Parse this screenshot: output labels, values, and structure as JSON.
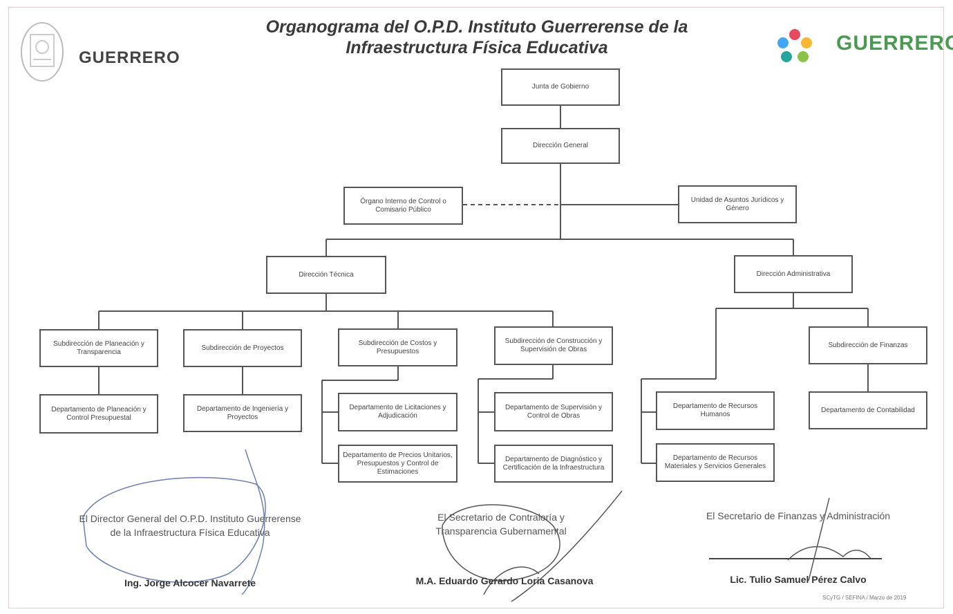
{
  "header": {
    "title_line1": "Organograma del O.P.D. Instituto Guerrerense de la",
    "title_line2": "Infraestructura Física Educativa",
    "left_logo_text": "GUERRERO",
    "right_logo_text": "GUERRERO"
  },
  "org": {
    "junta": "Junta de Gobierno",
    "direccion_general": "Dirección General",
    "organo_interno": "Órgano Interno de Control o Comisario Público",
    "unidad_juridicos": "Unidad de Asuntos Jurídicos y Género",
    "direccion_tecnica": "Dirección Técnica",
    "direccion_administrativa": "Dirección Administrativa",
    "sub_planeacion": "Subdirección de Planeación y Transparencia",
    "sub_proyectos": "Subdirección de Proyectos",
    "sub_costos": "Subdirección de Costos y Presupuestos",
    "sub_construccion": "Subdirección de Construcción y Supervisión de Obras",
    "sub_finanzas": "Subdirección de Finanzas",
    "dep_planeacion": "Departamento de Planeación y Control Presupuestal",
    "dep_ingenieria": "Departamento de Ingeniería y Proyectos",
    "dep_licitaciones": "Departamento de Licitaciones y Adjudicación",
    "dep_precios": "Departamento de Precios Unitarios, Presupuestos y Control de Estimaciones",
    "dep_supervision": "Departamento de Supervisión y Control de Obras",
    "dep_diagnostico": "Departamento de Diagnóstico y Certificación de la Infraestructura",
    "dep_rh": "Departamento de Recursos Humanos",
    "dep_materiales": "Departamento de Recursos Materiales y Servicios Generales",
    "dep_contabilidad": "Departamento de Contabilidad"
  },
  "signatures": {
    "role1_line1": "El Director General del O.P.D. Instituto Guerrerense",
    "role1_line2": "de la Infraestructura Física Educativa",
    "name1": "Ing. Jorge Alcocer Navarrete",
    "role2_line1": "El Secretario de Contraloría y",
    "role2_line2": "Transparencia Gubernamental",
    "name2": "M.A. Eduardo Gerardo Loria Casanova",
    "role3_line1": "El Secretario de Finanzas y Administración",
    "name3": "Lic. Tulio Samuel Pérez Calvo"
  },
  "footer": {
    "ref": "SCyTG / SEFINA / Marzo de 2019"
  }
}
